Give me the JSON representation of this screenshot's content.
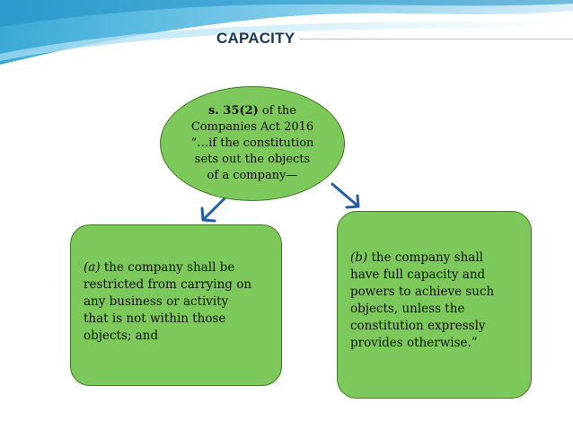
{
  "title": "CAPACITY",
  "center": {
    "ref": "s. 35(2)",
    "ref_tail": " of the",
    "line2": "Companies Act 2016",
    "line3": "“…if the constitution",
    "line4": "sets out the objects",
    "line5": "of a company—"
  },
  "left_box": {
    "label": "(a)",
    "lines": [
      " the company shall be",
      "restricted from carrying on",
      "any business or activity",
      "that is not within those",
      "objects; and"
    ]
  },
  "right_box": {
    "label": "(b)",
    "lines": [
      " the company shall",
      "have full capacity and",
      "powers to achieve such",
      "objects, unless the",
      "constitution expressly",
      "provides otherwise.”"
    ]
  },
  "colors": {
    "node_fill": "#7dc85a",
    "node_border": "#3f7a24",
    "arrow": "#1f5fa8",
    "title": "#17375e"
  }
}
